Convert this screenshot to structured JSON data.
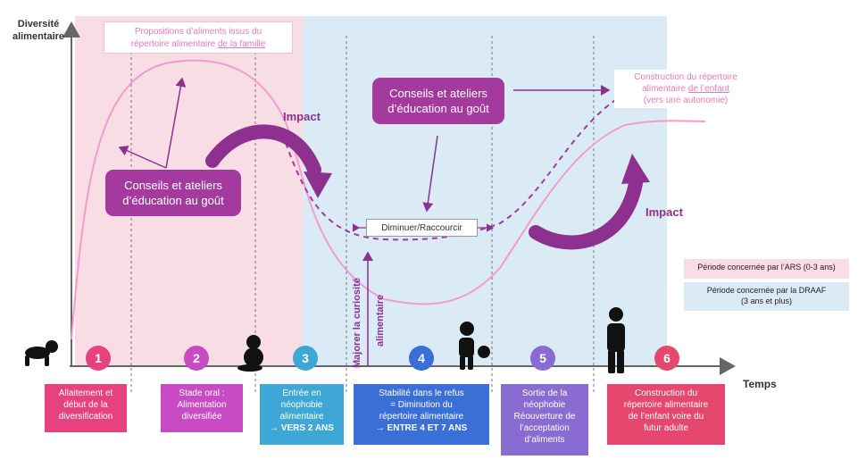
{
  "axes": {
    "y_label_line1": "Diversité",
    "y_label_line2": "alimentaire",
    "x_label": "Temps"
  },
  "top_box": {
    "line1": "Propositions d’aliments issus du",
    "line2_a": "répertoire alimentaire ",
    "line2_b": "de la famille"
  },
  "construction_box": {
    "line1": "Construction du répertoire",
    "line2_a": "alimentaire ",
    "line2_b": "de l’enfant",
    "line3": "(vers une autonomie)"
  },
  "advice_box_1": {
    "line1": "Conseils et ateliers",
    "line2": "d’éducation au goût"
  },
  "advice_box_2": {
    "line1": "Conseils et ateliers",
    "line2": "d’éducation au goût"
  },
  "impact_1": "Impact",
  "impact_2": "Impact",
  "reduce_box": "Diminuer/Raccourcir",
  "curiosity": {
    "line1": "Majorer la curiosité",
    "line2": "alimentaire"
  },
  "legend": {
    "ars": "Période concernée par l’ARS (0-3 ans)",
    "draaf_line1": "Période concernée par la DRAAF",
    "draaf_line2": "(3 ans et plus)"
  },
  "colors": {
    "ars_zone": "#f8dde4",
    "draaf_zone": "#daebf5",
    "purple": "#a53a9e",
    "pink_curve": "#f29bd0"
  },
  "steps": [
    {
      "number": "1",
      "color": "#e8417f"
    },
    {
      "number": "2",
      "color": "#c94bc4"
    },
    {
      "number": "3",
      "color": "#3fa7d6"
    },
    {
      "number": "4",
      "color": "#3b6fd8"
    },
    {
      "number": "5",
      "color": "#8a6bd1"
    },
    {
      "number": "6",
      "color": "#e5476f"
    }
  ],
  "stages": [
    {
      "color": "#e8417f",
      "line1": "Allaitement et",
      "line2": "début de la",
      "line3": "diversification",
      "line4": "",
      "line5": ""
    },
    {
      "color": "#c94bc4",
      "line1": "Stade oral :",
      "line2": "Alimentation",
      "line3": "diversifiée",
      "line4": "",
      "line5": ""
    },
    {
      "color": "#3fa7d6",
      "line1": "Entrée en",
      "line2": "néophobie",
      "line3": "alimentaire",
      "line4": "→ VERS 2 ANS",
      "line5": ""
    },
    {
      "color": "#3b6fd8",
      "line1": "Stabilité dans le refus",
      "line2": "= Diminution du",
      "line3": "répertoire alimentaire",
      "line4": "→ ENTRE 4 ET 7 ANS",
      "line5": ""
    },
    {
      "color": "#8a6bd1",
      "line1": "Sortie de la",
      "line2": "néophobie",
      "line3": "Réouverture de",
      "line4": "l’acceptation",
      "line5": "d’aliments"
    },
    {
      "color": "#e5476f",
      "line1": "Construction du",
      "line2": "répertoire alimentaire",
      "line3": "de l’enfant voire du",
      "line4": "futur adulte",
      "line5": ""
    }
  ],
  "icons": [
    "baby-crawling-icon",
    "toddler-sitting-icon",
    "child-with-ball-icon",
    "adult-standing-icon"
  ]
}
